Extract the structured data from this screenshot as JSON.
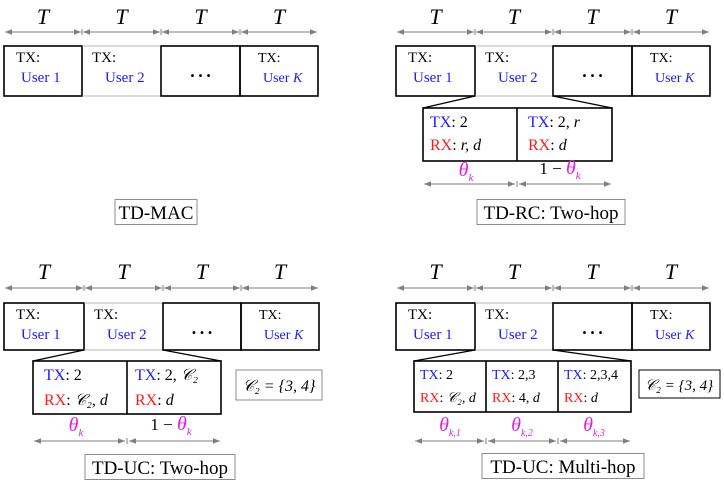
{
  "colors": {
    "black": "#000000",
    "tx": "#1a1aff",
    "rx": "#ff1a1a",
    "theta": "#e020e0",
    "arrow": "#7f7f7f",
    "labelBorder": "#8c8c8c"
  },
  "slot_symbol": "T",
  "ellipsis": "…",
  "tx_prefix": "TX:",
  "users": {
    "u1": "User 1",
    "u2": "User 2",
    "uk_prefix": "User ",
    "uk_var": "K"
  },
  "panels": {
    "mac": {
      "label": "TD-MAC"
    },
    "rc": {
      "label": "TD-RC: Two-hop",
      "sub": [
        {
          "tx": {
            "prefix": "TX",
            "body": ": 2",
            "var": ""
          },
          "rx": {
            "prefix": "RX",
            "body": ": ",
            "var": "r, d"
          }
        },
        {
          "tx": {
            "prefix": "TX",
            "body": ": 2, ",
            "var": "r"
          },
          "rx": {
            "prefix": "RX",
            "body": ": ",
            "var": "d"
          }
        }
      ],
      "theta": {
        "symbol": "θ",
        "sub": "k",
        "one_minus": "1 − "
      }
    },
    "uc2": {
      "label": "TD-UC: Two-hop",
      "set_eq": "𝒞₂ = {3, 4}",
      "sub": [
        {
          "tx": {
            "prefix": "TX",
            "body": ": 2",
            "var": ""
          },
          "rx": {
            "prefix": "RX",
            "body": ": ",
            "var": "𝒞₂, d"
          }
        },
        {
          "tx": {
            "prefix": "TX",
            "body": ": 2, ",
            "var": "𝒞₂"
          },
          "rx": {
            "prefix": "RX",
            "body": ": ",
            "var": "d"
          }
        }
      ],
      "theta": {
        "symbol": "θ",
        "sub": "k",
        "one_minus": "1 − "
      }
    },
    "ucm": {
      "label": "TD-UC: Multi-hop",
      "set_eq": "𝒞₂ = {3, 4}",
      "sub": [
        {
          "tx": {
            "prefix": "TX",
            "body": ": 2",
            "var": ""
          },
          "rx": {
            "prefix": "RX",
            "body": ": ",
            "var": "𝒞₂, d"
          }
        },
        {
          "tx": {
            "prefix": "TX",
            "body": ": 2,3",
            "var": ""
          },
          "rx": {
            "prefix": "RX",
            "body": ": 4, ",
            "var": "d"
          }
        },
        {
          "tx": {
            "prefix": "TX",
            "body": ": 2,3,4",
            "var": ""
          },
          "rx": {
            "prefix": "RX",
            "body": ": ",
            "var": "d"
          }
        }
      ],
      "theta_labels": [
        {
          "symbol": "θ",
          "sub": "k,1"
        },
        {
          "symbol": "θ",
          "sub": "k,2"
        },
        {
          "symbol": "θ",
          "sub": "k,3"
        }
      ]
    }
  }
}
